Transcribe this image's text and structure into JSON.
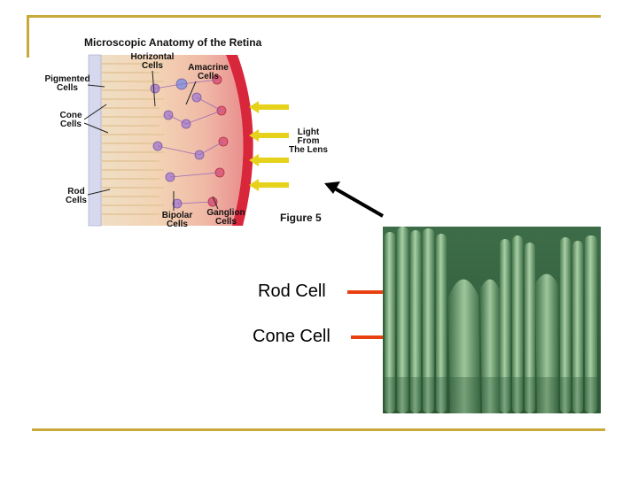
{
  "diagram": {
    "title": "Microscopic Anatomy of the Retina",
    "figure_label": "Figure 5",
    "labels": {
      "horizontal": [
        "Horizontal",
        "Cells"
      ],
      "amacrine": [
        "Amacrine",
        "Cells"
      ],
      "pigmented": [
        "Pigmented",
        "Cells"
      ],
      "cone": [
        "Cone",
        "Cells"
      ],
      "rod": [
        "Rod",
        "Cells"
      ],
      "bipolar": [
        "Bipolar",
        "Cells"
      ],
      "ganglion": [
        "Ganglion",
        "Cells"
      ],
      "light": [
        "Light",
        "From",
        "The Lens"
      ]
    }
  },
  "photo_labels": {
    "rod_cell": "Rod Cell",
    "cone_cell": "Cone Cell"
  },
  "colors": {
    "rule": "#c8a93a",
    "label_arrow": "#e8410f",
    "light_arrow": "#e6d21a",
    "retina_red": "#d8263a",
    "photo_green": "#5f9a63"
  }
}
